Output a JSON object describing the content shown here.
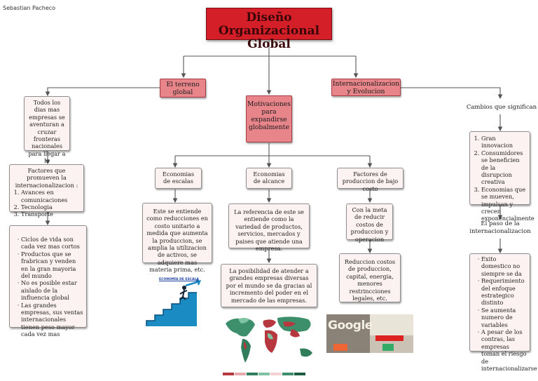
{
  "author": "Sebastian Pacheco",
  "title": "Diseño Organizacional Global",
  "branches": {
    "terreno": "El terreno global",
    "motivaciones": "Motivaciones para expandirse globalmente",
    "internacionalizacion": "Internacionalizacion y Evolucion"
  },
  "terreno": {
    "intro": "Todos los dias mas empresas se aventuran a cruzar fronteras nacionales para llegar a lo internacional",
    "factores_title": "Factores que promueven la internacionalizacion :",
    "factores": [
      "Avances en comunicaciones",
      "Tecnologia",
      "Transporte"
    ],
    "bullets": [
      "Ciclos de vida son cada vez mas cortos",
      "Productos que se frabrican y venden en la gran mayoria del mundo",
      "No es posible estar aislado de la influencia global",
      "Las grandes empresas, sus ventas internacionales tienen peso mayor cada vez mas"
    ]
  },
  "motivos": {
    "escalas": {
      "title": "Economias de escalas",
      "text": "Este se entiende como reducciones en costo unitario a medida que aumenta la produccion, se amplia la utilizacion de activos, se adquiere mas materia prima, etc.",
      "image_caption": "ECONOMÍA DE ESCALA"
    },
    "alcance": {
      "title": "Economias de alcance",
      "text1": "La referencia de este se entiende como la variedad de productos, servicios, mercados y paises que atiende una empresa.",
      "text2": "La posibilidad de atender a grandes empresas diversas por el mundo se da gracias al incremento del poder en el mercado de las empresas."
    },
    "produccion": {
      "title": "Factores de produccion de bajo costo",
      "text1": "Con la meta de reducir costos de produccion y operacion",
      "text2": "Reduccion costos de produccion, capital, energia, menores restrincciones legales, etc.",
      "image_caption": "Google"
    }
  },
  "internacional": {
    "cambios": "Cambios que significan",
    "list": [
      "Gran innovacion",
      "Consumidores se beneficien de la disrupcion creativa",
      "Economias que se mueven, impulsan y crecen exponencialmente"
    ],
    "paso": "El paso de la internacionalizacion",
    "bullets": [
      "Exito domestico no siempre se da",
      "Requerimiento del enfoque estrategico distinto",
      "Se aumenta numero de variables",
      "A pesar de los contras, las empresas toman el riesgo de internacionalizarse"
    ]
  },
  "colors": {
    "title_fill": "#d41f28",
    "branch_fill": "#e8858a",
    "box_fill": "#fdf2f2"
  }
}
